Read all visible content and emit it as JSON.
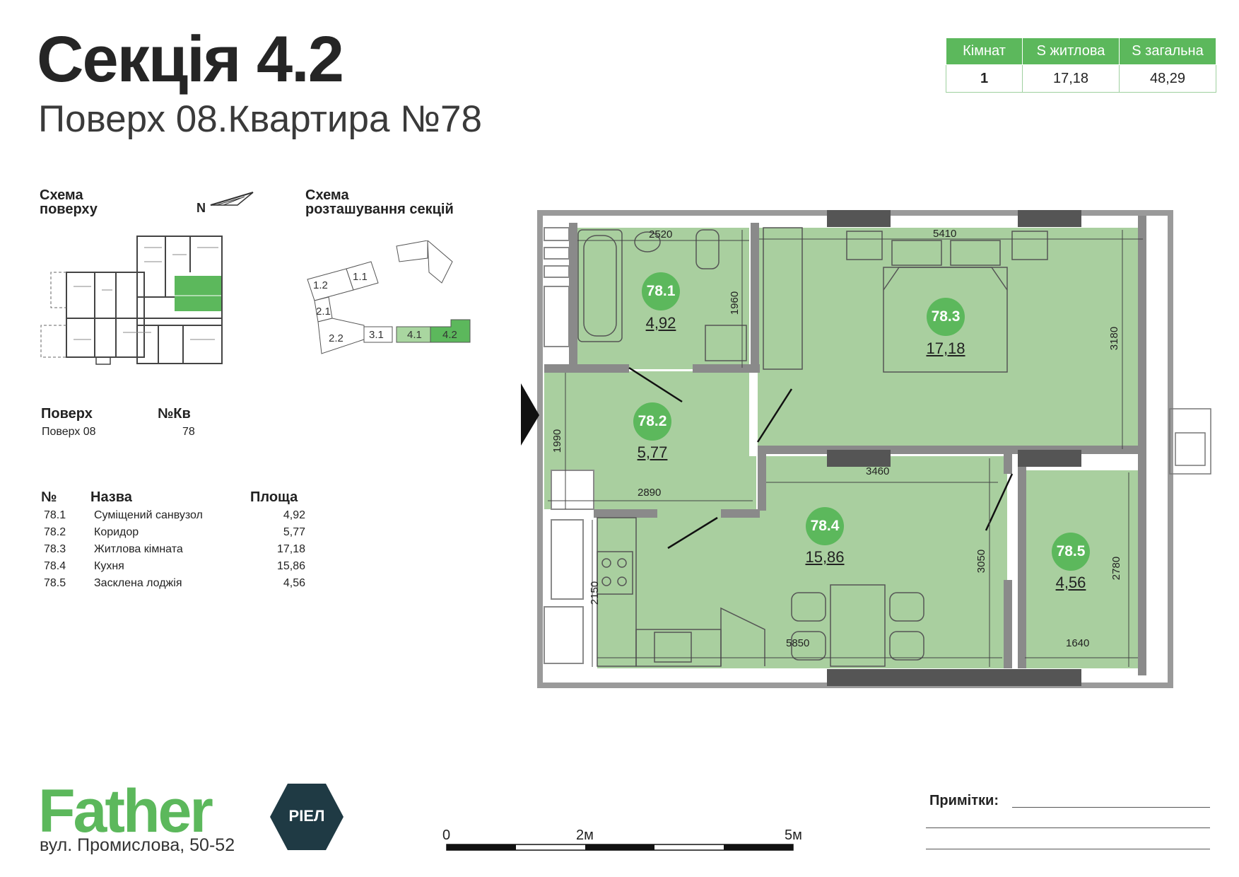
{
  "header": {
    "title": "Секція 4.2",
    "subtitle": "Поверх 08.Квартира №78"
  },
  "summary": {
    "headers": [
      "Кімнат",
      "S житлова",
      "S загальна"
    ],
    "values": [
      "1",
      "17,18",
      "48,29"
    ]
  },
  "floor_scheme": {
    "label_line1": "Схема",
    "label_line2": "поверху",
    "north": "N"
  },
  "section_scheme": {
    "label_line1": "Схема",
    "label_line2": "розташування секцій",
    "sections": [
      "1.2",
      "1.1",
      "2.1",
      "2.2",
      "3.1",
      "4.1",
      "4.2"
    ]
  },
  "info": {
    "floor_header": "Поверх",
    "apt_header": "№Кв",
    "floor_value": "Поверх 08",
    "apt_value": "78"
  },
  "rooms_table": {
    "headers": [
      "№",
      "Назва",
      "Площа"
    ],
    "rows": [
      {
        "num": "78.1",
        "name": "Суміщений санвузол",
        "area": "4,92"
      },
      {
        "num": "78.2",
        "name": "Коридор",
        "area": "5,77"
      },
      {
        "num": "78.3",
        "name": "Житлова кімната",
        "area": "17,18"
      },
      {
        "num": "78.4",
        "name": "Кухня",
        "area": "15,86"
      },
      {
        "num": "78.5",
        "name": "Засклена лоджія",
        "area": "4,56"
      }
    ]
  },
  "plan": {
    "rooms": [
      {
        "id": "78.1",
        "area": "4,92"
      },
      {
        "id": "78.2",
        "area": "5,77"
      },
      {
        "id": "78.3",
        "area": "17,18"
      },
      {
        "id": "78.4",
        "area": "15,86"
      },
      {
        "id": "78.5",
        "area": "4,56"
      }
    ],
    "dimensions": [
      "2520",
      "5410",
      "1960",
      "3180",
      "1990",
      "2890",
      "3460",
      "3050",
      "2780",
      "2150",
      "5850",
      "1640"
    ]
  },
  "brand": {
    "name": "Father",
    "badge": "РІЕЛ",
    "address": "вул. Промислова, 50-52"
  },
  "scale": {
    "labels": [
      "0",
      "2м",
      "5м"
    ]
  },
  "notes": {
    "label": "Примітки:"
  },
  "colors": {
    "accent": "#5cb85c",
    "room_fill": "#a9cf9f",
    "wall": "#8a8a8a",
    "dark_badge": "#1f3a44"
  }
}
